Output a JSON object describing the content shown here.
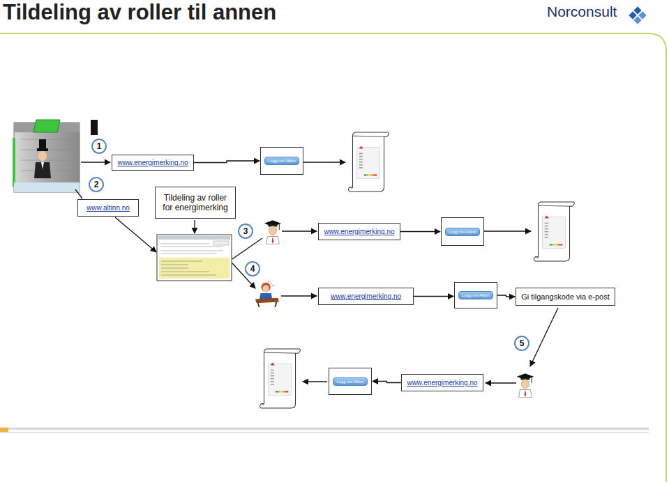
{
  "diagram": {
    "title": "Tildeling av roller til annen",
    "nodes": [
      {
        "text": [
          "1"
        ]
      },
      {
        "text": [
          "www.energimerking.no"
        ]
      },
      {
        "text": [
          "Logg inn Altinn"
        ]
      },
      {
        "text": [
          "2"
        ]
      },
      {
        "text": [
          "Tildeling av roller for energimerking"
        ]
      },
      {
        "text": [
          "www.altinn.no"
        ]
      },
      {
        "text": [
          "3"
        ]
      },
      {
        "text": [
          "www.energimerking.no"
        ]
      },
      {
        "text": [
          "Logg inn Altinn"
        ]
      },
      {
        "text": [
          "4"
        ]
      },
      {
        "text": [
          "www.energimerking.no"
        ]
      },
      {
        "text": [
          "Logg inn Altinn"
        ]
      },
      {
        "text": [
          "Gi tilgangskode via e-post"
        ]
      },
      {
        "text": [
          "5"
        ]
      },
      {
        "text": [
          "www.energimerking.no"
        ]
      },
      {
        "text": [
          "Logg inn Altinn"
        ]
      }
    ],
    "edges": [
      {
        "from": 1,
        "to": 2,
        "arrow": "to"
      },
      {
        "from": 7,
        "to": 8,
        "arrow": "to"
      },
      {
        "from": 10,
        "to": 11,
        "arrow": "to"
      },
      {
        "from": 11,
        "to": 12,
        "arrow": "to"
      },
      {
        "from": 14,
        "to": 15,
        "arrow": "to"
      }
    ],
    "labels": [
      "Norconsult"
    ]
  }
}
